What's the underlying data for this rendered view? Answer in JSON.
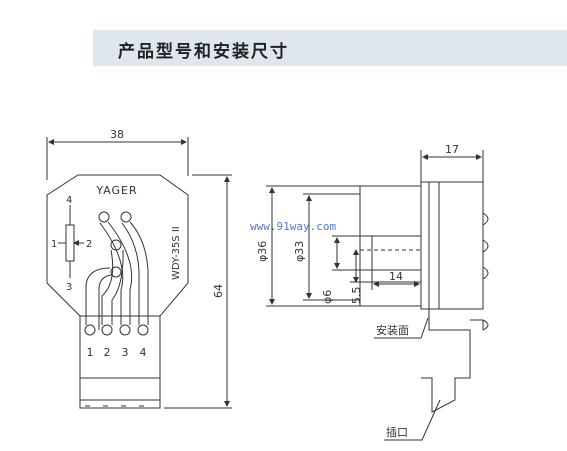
{
  "header": {
    "title": "产品型号和安装尺寸"
  },
  "front_view": {
    "dim_width": "38",
    "dim_height": "64",
    "brand": "YAGER",
    "model": "WDY-35S II",
    "pin_labels": [
      "1",
      "2",
      "3",
      "4"
    ],
    "schematic": {
      "top": "4",
      "left": "1",
      "right": "2",
      "bottom": "3"
    }
  },
  "side_view": {
    "dim_top": "17",
    "dim_d36": "φ36",
    "dim_d33": "φ33",
    "dim_d6": "φ6",
    "dim_55": "5.5",
    "dim_14": "14",
    "label_mount": "安装面",
    "label_socket": "插口"
  },
  "watermark": "www.91way.com",
  "colors": {
    "title_bg": "#dfe6ee",
    "line": "#333333",
    "watermark": "#5577cc"
  }
}
